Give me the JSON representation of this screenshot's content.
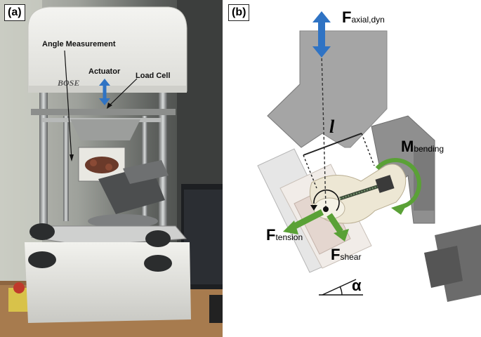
{
  "panel_a": {
    "tag": "(a)",
    "labels": {
      "angle_measurement": "Angle Measurement",
      "actuator": "Actuator",
      "load_cell": "Load Cell",
      "brand": "BOSE"
    }
  },
  "panel_b": {
    "tag": "(b)",
    "forces": {
      "axial": {
        "main": "F",
        "sub": "axial,dyn"
      },
      "bending": {
        "main": "M",
        "sub": "bending"
      },
      "tension": {
        "main": "F",
        "sub": "tension"
      },
      "shear": {
        "main": "F",
        "sub": "shear"
      }
    },
    "length_symbol": "l",
    "angle_symbol": "α"
  },
  "colors": {
    "arrow_blue": "#2f73c4",
    "arrow_green": "#5aa136",
    "fixture_gray": "#9a9a9a",
    "fixture_light": "#d8d8d8",
    "specimen": "#e9e4d2"
  }
}
